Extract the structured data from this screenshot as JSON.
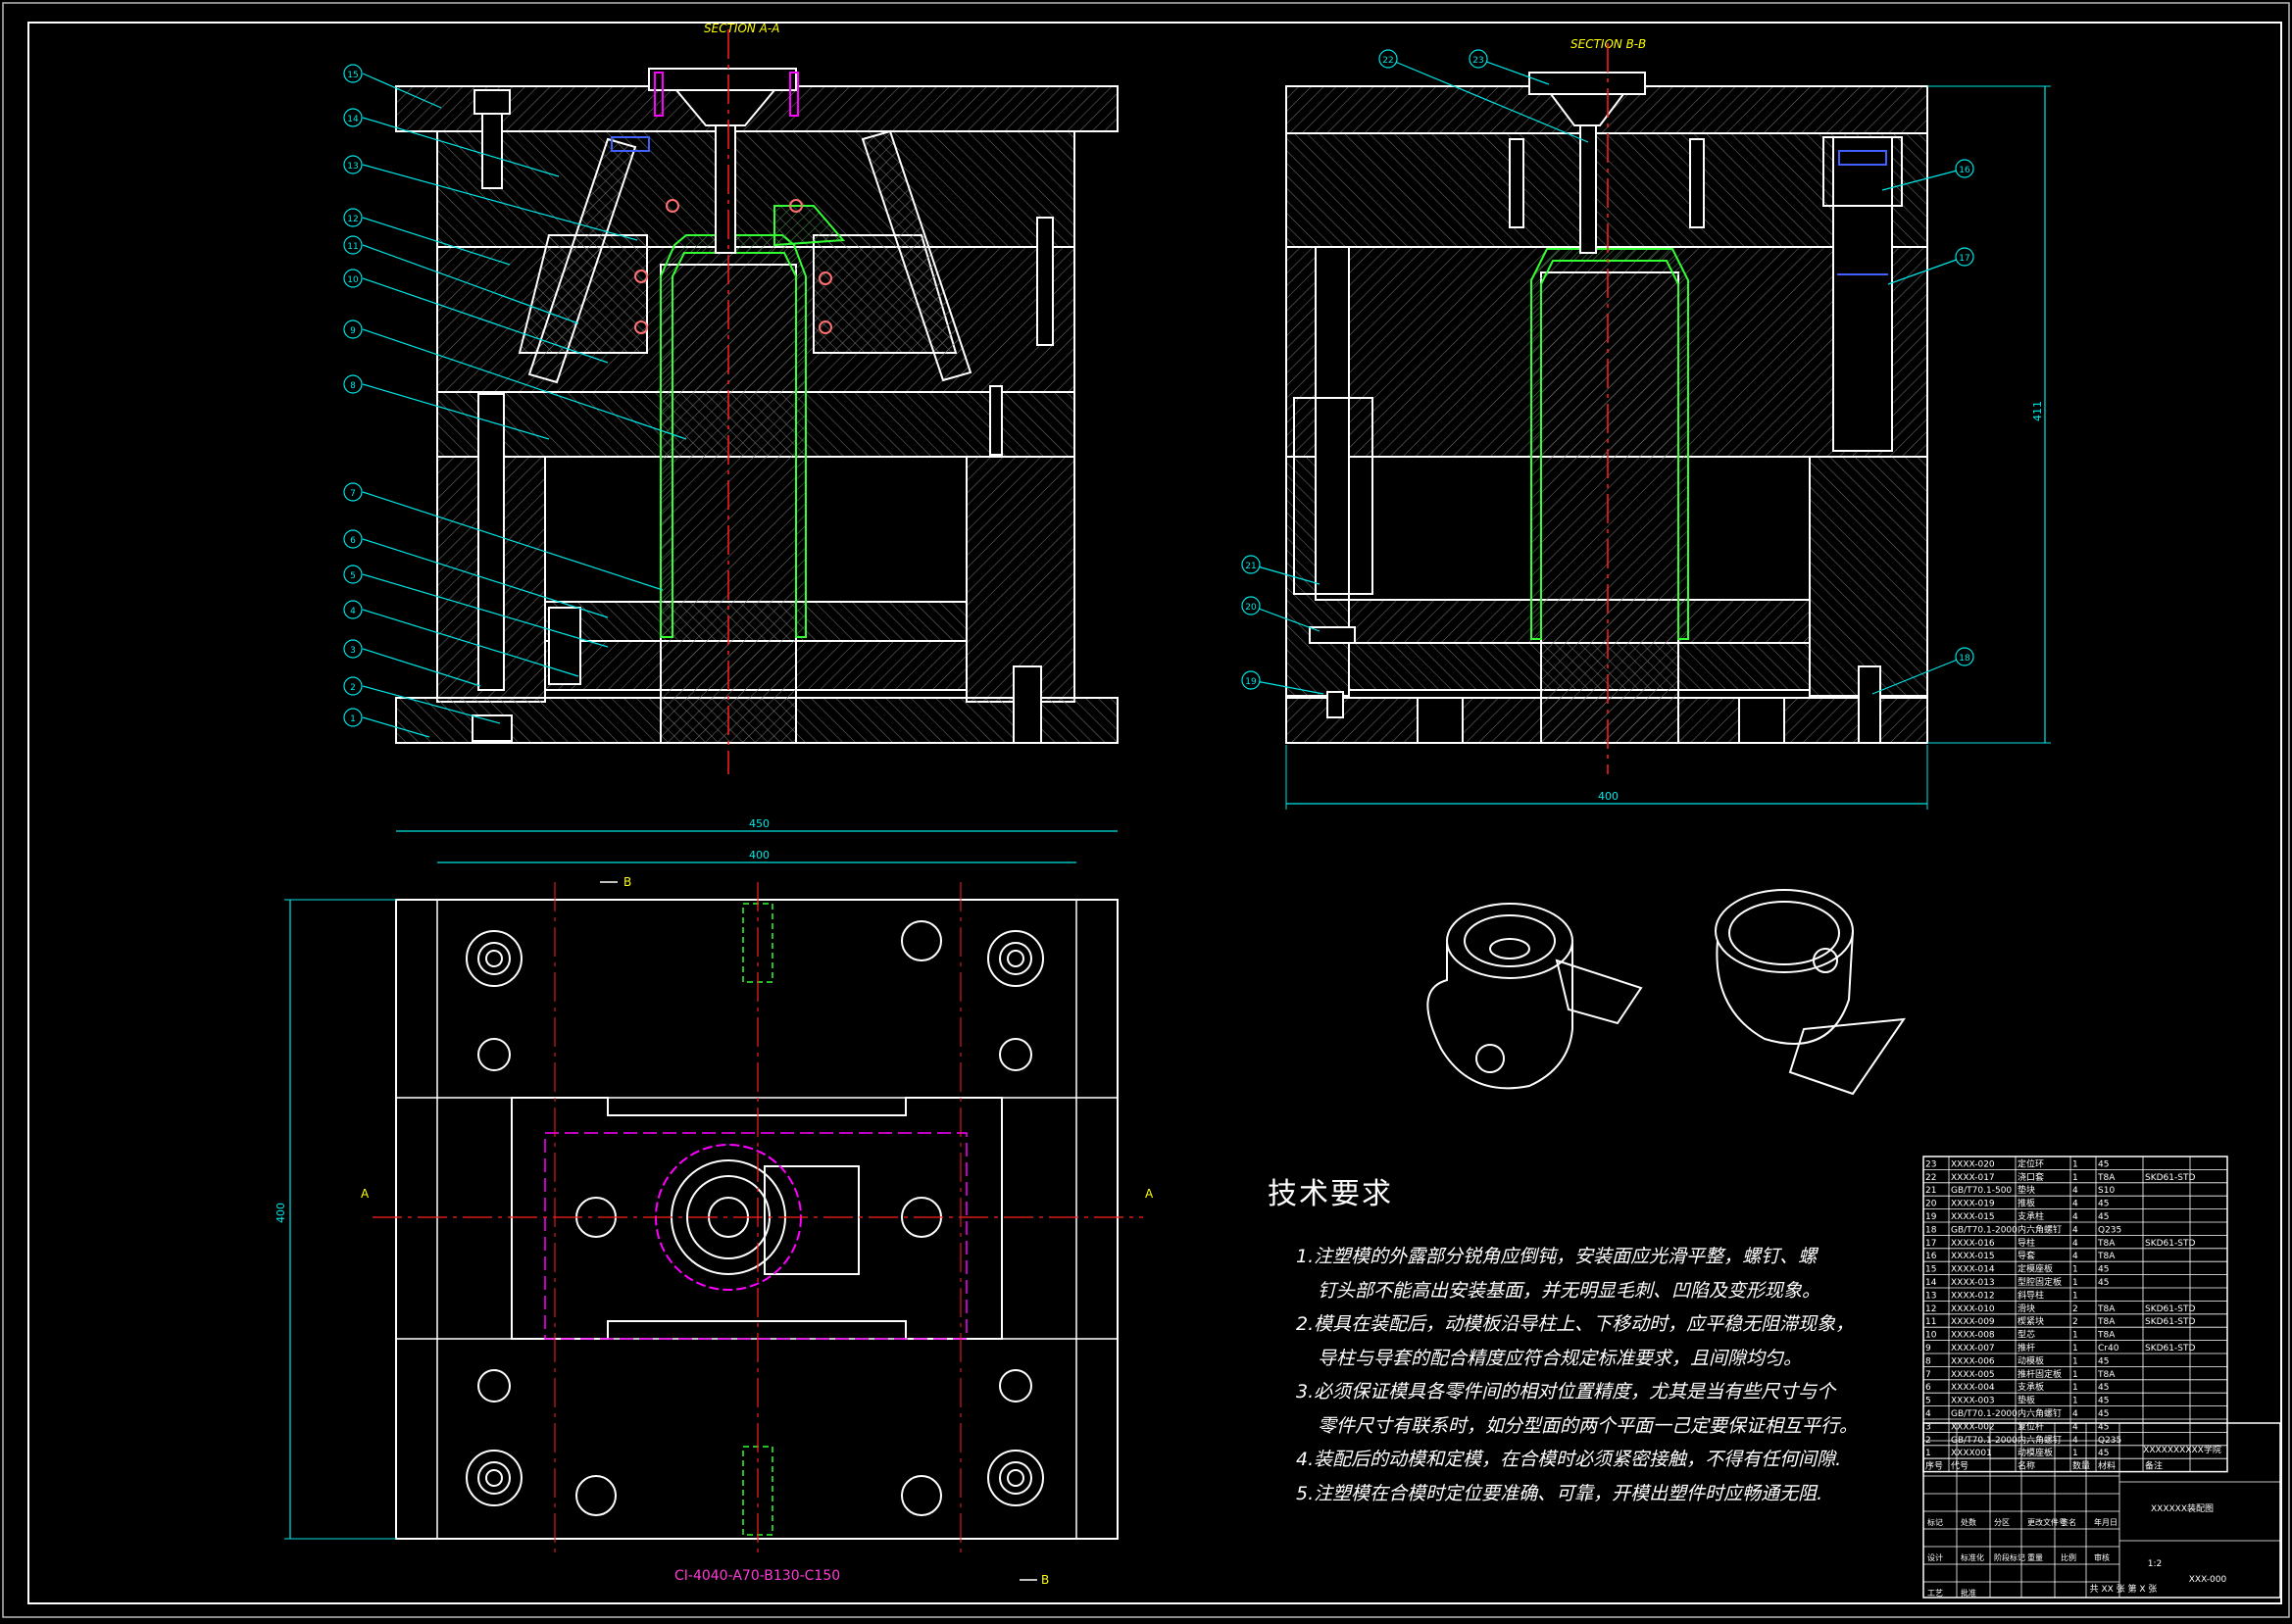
{
  "drawing": {
    "section_aa_label": "SECTION A-A",
    "section_bb_label": "SECTION B-B",
    "mold_base_code": "CI-4040-A70-B130-C150",
    "colors": {
      "background": "#000000",
      "outline": "#ffffff",
      "hatch": "#7d7d7d",
      "leader": "#00e5e5",
      "dimension": "#00e5e5",
      "center_line": "#ff2020",
      "hidden_line": "#ff00ff",
      "cavity_line": "#33ff33",
      "section_label": "#ffff00"
    }
  },
  "dimensions": {
    "top_width": "450",
    "inner_width": "400",
    "side_height": "400",
    "bb_width": "400",
    "bb_height": "411"
  },
  "section_marks": {
    "a": "A",
    "b": "B"
  },
  "part_balloons_aa": [
    "15",
    "14",
    "13",
    "12",
    "11",
    "10",
    "9",
    "8",
    "7",
    "6",
    "5",
    "4",
    "3",
    "2",
    "1"
  ],
  "part_balloons_bb": [
    "22",
    "23",
    "16",
    "17",
    "21",
    "20",
    "19",
    "18"
  ],
  "requirements": {
    "title": "技术要求",
    "items": [
      {
        "line": "1.注塑模的外露部分锐角应倒钝，安装面应光滑平整，螺钉、螺",
        "cont": "钉头部不能高出安装基面，并无明显毛刺、凹陷及变形现象。"
      },
      {
        "line": "2.模具在装配后，动模板沿导柱上、下移动时，应平稳无阻滞现象，",
        "cont": "导柱与导套的配合精度应符合规定标准要求，且间隙均匀。"
      },
      {
        "line": "3.必须保证模具各零件间的相对位置精度，尤其是当有些尺寸与个",
        "cont": "零件尺寸有联系时，如分型面的两个平面一己定要保证相互平行。"
      },
      {
        "line": "4.装配后的动模和定模，在合模时必须紧密接触，不得有任何间隙.",
        "cont": ""
      },
      {
        "line": "5.注塑模在合模时定位要准确、可靠，开模出塑件时应畅通无阻.",
        "cont": ""
      }
    ]
  },
  "bom": {
    "rows": [
      [
        "23",
        "XXXX-020",
        "定位环",
        "1",
        "45",
        ""
      ],
      [
        "22",
        "XXXX-017",
        "浇口套",
        "1",
        "T8A",
        "SKD61-STD"
      ],
      [
        "21",
        "GB/T70.1-500",
        "垫块",
        "4",
        "S10",
        ""
      ],
      [
        "20",
        "XXXX-019",
        "推板",
        "4",
        "45",
        ""
      ],
      [
        "19",
        "XXXX-015",
        "支承柱",
        "4",
        "45",
        ""
      ],
      [
        "18",
        "GB/T70.1-2000",
        "内六角螺钉",
        "4",
        "Q235",
        ""
      ],
      [
        "17",
        "XXXX-016",
        "导柱",
        "4",
        "T8A",
        "SKD61-STD"
      ],
      [
        "16",
        "XXXX-015",
        "导套",
        "4",
        "T8A",
        ""
      ],
      [
        "15",
        "XXXX-014",
        "定模座板",
        "1",
        "45",
        ""
      ],
      [
        "14",
        "XXXX-013",
        "型腔固定板",
        "1",
        "45",
        ""
      ],
      [
        "13",
        "XXXX-012",
        "斜导柱",
        "1",
        "",
        ""
      ],
      [
        "12",
        "XXXX-010",
        "滑块",
        "2",
        "T8A",
        "SKD61-STD"
      ],
      [
        "11",
        "XXXX-009",
        "楔紧块",
        "2",
        "T8A",
        "SKD61-STD"
      ],
      [
        "10",
        "XXXX-008",
        "型芯",
        "1",
        "T8A",
        ""
      ],
      [
        "9",
        "XXXX-007",
        "推杆",
        "1",
        "Cr40",
        "SKD61-STD"
      ],
      [
        "8",
        "XXXX-006",
        "动模板",
        "1",
        "45",
        ""
      ],
      [
        "7",
        "XXXX-005",
        "推杆固定板",
        "1",
        "T8A",
        ""
      ],
      [
        "6",
        "XXXX-004",
        "支承板",
        "1",
        "45",
        ""
      ],
      [
        "5",
        "XXXX-003",
        "垫板",
        "1",
        "45",
        ""
      ],
      [
        "4",
        "GB/T70.1-2000",
        "内六角螺钉",
        "4",
        "45",
        ""
      ],
      [
        "3",
        "XXXX-002",
        "复位杆",
        "4",
        "45",
        ""
      ],
      [
        "2",
        "GB/T70.1-2000",
        "内六角螺钉",
        "4",
        "Q235",
        ""
      ],
      [
        "1",
        "XXXX001",
        "动模座板",
        "1",
        "45",
        ""
      ]
    ],
    "header": [
      "序号",
      "代号",
      "名称",
      "数量",
      "材料",
      "备注"
    ],
    "title_org": "XXXXXXXXXX学院",
    "title_name": "XXXXXX装配图",
    "title_code": "XXX-000",
    "title_scale": "1:2",
    "title_sheet": "共 XX 张  第 X 张",
    "tb_labels": [
      "标记",
      "处数",
      "分区",
      "更改文件号",
      "签名",
      "年月日",
      "设计",
      "标准化",
      "阶段标记",
      "重量",
      "比例",
      "审核",
      "工艺",
      "批准"
    ]
  }
}
